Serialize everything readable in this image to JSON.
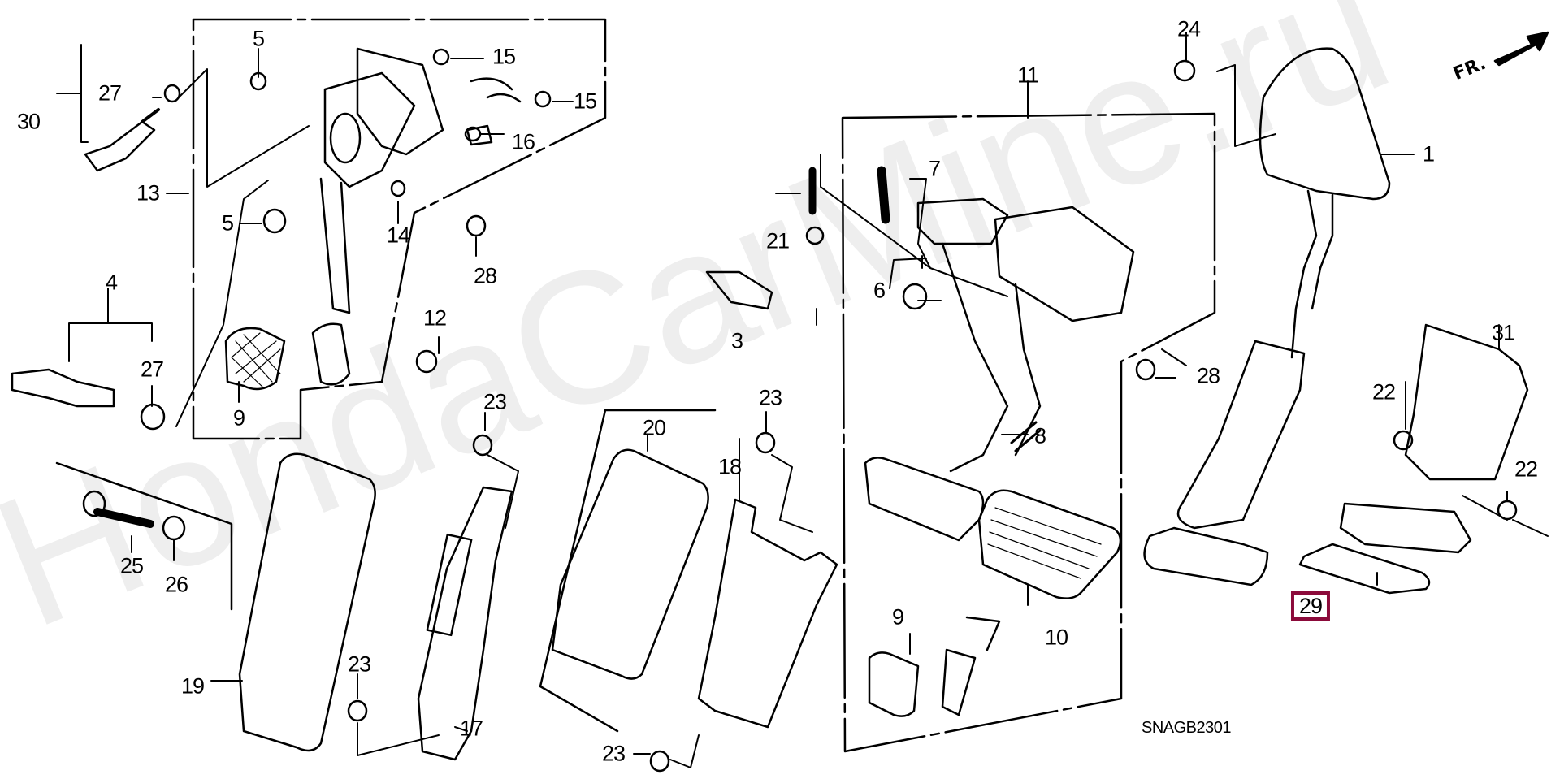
{
  "diagram": {
    "title": "Pedal assembly exploded parts diagram",
    "diagram_code": "SNAGB2301",
    "direction_indicator": "FR.",
    "watermark": "HondaCarMine.ru",
    "highlight_color": "#8B0A3A",
    "highlighted_part": "29",
    "callouts": [
      {
        "id": "1",
        "label": "1"
      },
      {
        "id": "3",
        "label": "3"
      },
      {
        "id": "4",
        "label": "4"
      },
      {
        "id": "5a",
        "label": "5"
      },
      {
        "id": "5b",
        "label": "5"
      },
      {
        "id": "6",
        "label": "6"
      },
      {
        "id": "7",
        "label": "7"
      },
      {
        "id": "8",
        "label": "8"
      },
      {
        "id": "9a",
        "label": "9"
      },
      {
        "id": "9b",
        "label": "9"
      },
      {
        "id": "10",
        "label": "10"
      },
      {
        "id": "11",
        "label": "11"
      },
      {
        "id": "12",
        "label": "12"
      },
      {
        "id": "13",
        "label": "13"
      },
      {
        "id": "14",
        "label": "14"
      },
      {
        "id": "15a",
        "label": "15"
      },
      {
        "id": "15b",
        "label": "15"
      },
      {
        "id": "16",
        "label": "16"
      },
      {
        "id": "17",
        "label": "17"
      },
      {
        "id": "18",
        "label": "18"
      },
      {
        "id": "19",
        "label": "19"
      },
      {
        "id": "20",
        "label": "20"
      },
      {
        "id": "21",
        "label": "21"
      },
      {
        "id": "22a",
        "label": "22"
      },
      {
        "id": "22b",
        "label": "22"
      },
      {
        "id": "23a",
        "label": "23"
      },
      {
        "id": "23b",
        "label": "23"
      },
      {
        "id": "23c",
        "label": "23"
      },
      {
        "id": "23d",
        "label": "23"
      },
      {
        "id": "24",
        "label": "24"
      },
      {
        "id": "25",
        "label": "25"
      },
      {
        "id": "26",
        "label": "26"
      },
      {
        "id": "27a",
        "label": "27"
      },
      {
        "id": "27b",
        "label": "27"
      },
      {
        "id": "28a",
        "label": "28"
      },
      {
        "id": "28b",
        "label": "28"
      },
      {
        "id": "29",
        "label": "29"
      },
      {
        "id": "30",
        "label": "30"
      },
      {
        "id": "31",
        "label": "31"
      }
    ]
  }
}
